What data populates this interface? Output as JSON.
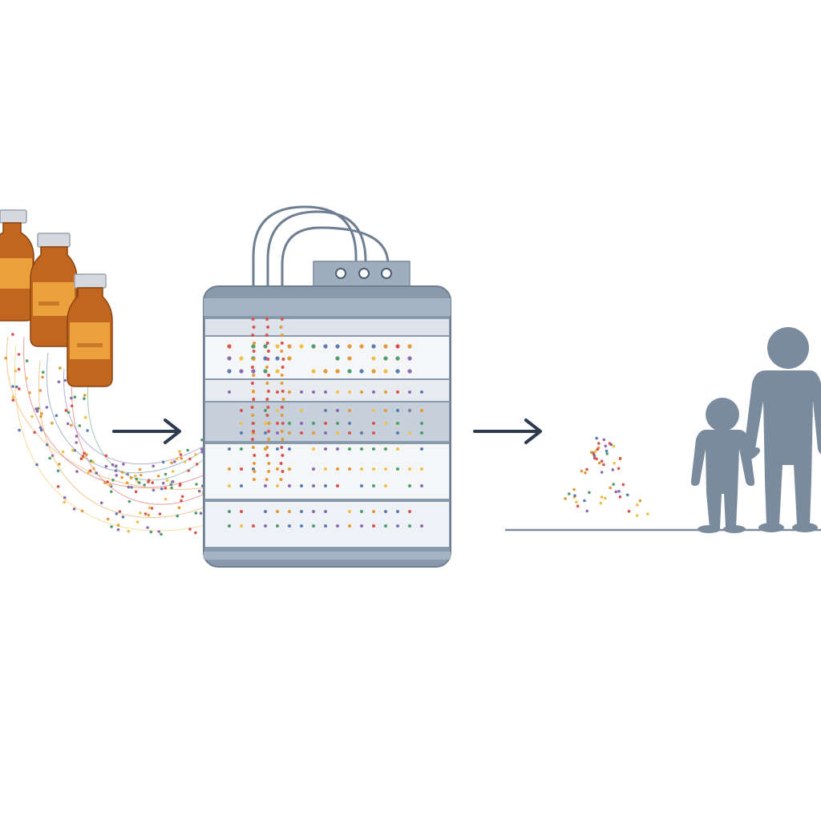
{
  "diagram": {
    "stages": [
      {
        "id": "source",
        "icon": "medicine-bottles"
      },
      {
        "id": "process",
        "icon": "filter-unit"
      },
      {
        "id": "result",
        "icon": "family-figures"
      }
    ],
    "arrows": [
      {
        "from": "source",
        "to": "process",
        "icon": "right-arrow"
      },
      {
        "from": "process",
        "to": "result",
        "icon": "right-arrow"
      }
    ],
    "bottle_count": 3,
    "unit_panel_rows": 6,
    "unit_ports": 3,
    "people_count": 2
  },
  "colors": {
    "bottle_glass": "#b8621f",
    "bottle_glass_light": "#e58f2f",
    "bottle_label": "#f0a93f",
    "bottle_cap": "#d5d9de",
    "unit_body": "#8a9aad",
    "unit_panel": "#f4f6f8",
    "unit_band": "#b6c1ce",
    "tube": "#6f7f92",
    "arrow": "#2e3a4d",
    "figure": "#7b8b9e",
    "ground": "#7e8c9c",
    "particles": [
      "#e39a35",
      "#d9534f",
      "#5b7bb0",
      "#8a6bb0",
      "#4f9d6b",
      "#f0c04a"
    ]
  }
}
